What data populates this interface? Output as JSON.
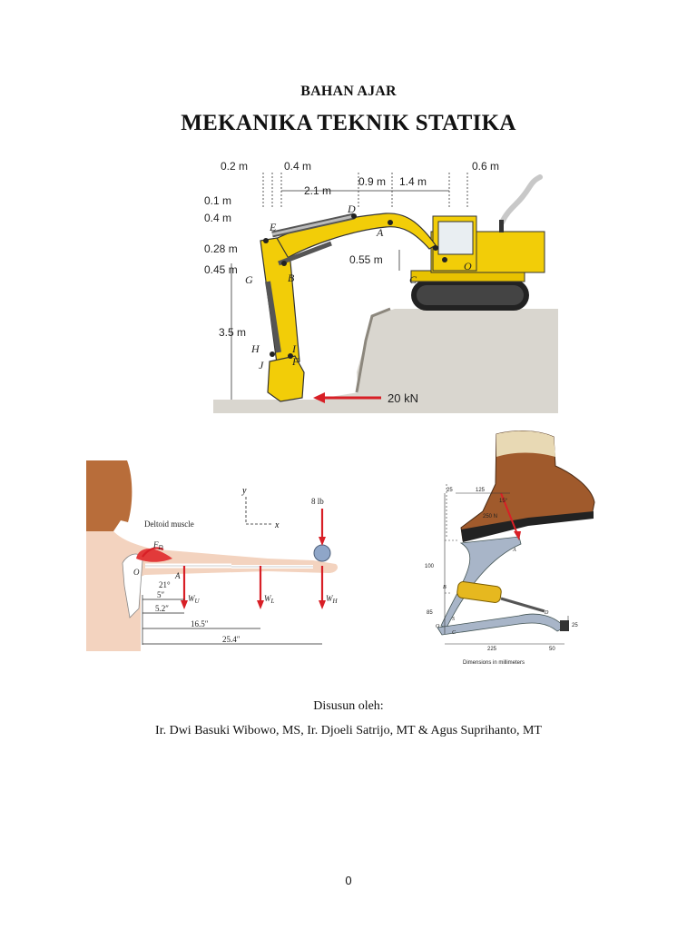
{
  "document": {
    "subtitle": "BAHAN AJAR",
    "title": "MEKANIKA TEKNIK STATIKA",
    "prepared_by": "Disusun oleh:",
    "authors": "Ir. Dwi Basuki Wibowo, MS, Ir. Djoeli Satrijo, MT & Agus Suprihanto, MT",
    "page_number": "0"
  },
  "figures": {
    "excavator": {
      "dims": {
        "d1": "0.2 m",
        "d2": "0.4 m",
        "d3": "2.1 m",
        "d4": "0.9 m",
        "d5": "1.4 m",
        "d6": "0.6 m",
        "l1": "0.1 m",
        "l2": "0.4 m",
        "l3": "0.28 m",
        "l4": "0.45 m",
        "h": "3.5 m",
        "oc": "0.55 m"
      },
      "points": {
        "A": "A",
        "B": "B",
        "C": "C",
        "D": "D",
        "E": "E",
        "F": "F",
        "G": "G",
        "H": "H",
        "I": "I",
        "J": "J",
        "O": "O"
      },
      "force": "20 kN"
    },
    "arm": {
      "muscle": "Deltoid muscle",
      "fd": "F",
      "fd_sub": "D",
      "angle": "21°",
      "weight": "8 lb",
      "wu": "W",
      "wu_sub": "U",
      "wl": "W",
      "wl_sub": "L",
      "wh": "W",
      "wh_sub": "H",
      "d1": "5″",
      "d2": "5.2″",
      "d3": "16.5″",
      "d4": "25.4″",
      "axis_y": "y",
      "axis_x": "x",
      "pt_o": "O",
      "pt_a": "A"
    },
    "pedal": {
      "force": "250 N",
      "d_top1": "25",
      "d_top2": "125",
      "d_left1": "100",
      "d_left2": "85",
      "d_bot1": "225",
      "d_bot2": "50",
      "d_right": "25",
      "pt_a": "A",
      "pt_b": "B",
      "pt_c": "C",
      "pt_d": "D",
      "pt_o": "O",
      "pt_s": "S",
      "angle": "15°",
      "caption": "Dimensions in millimeters"
    }
  }
}
